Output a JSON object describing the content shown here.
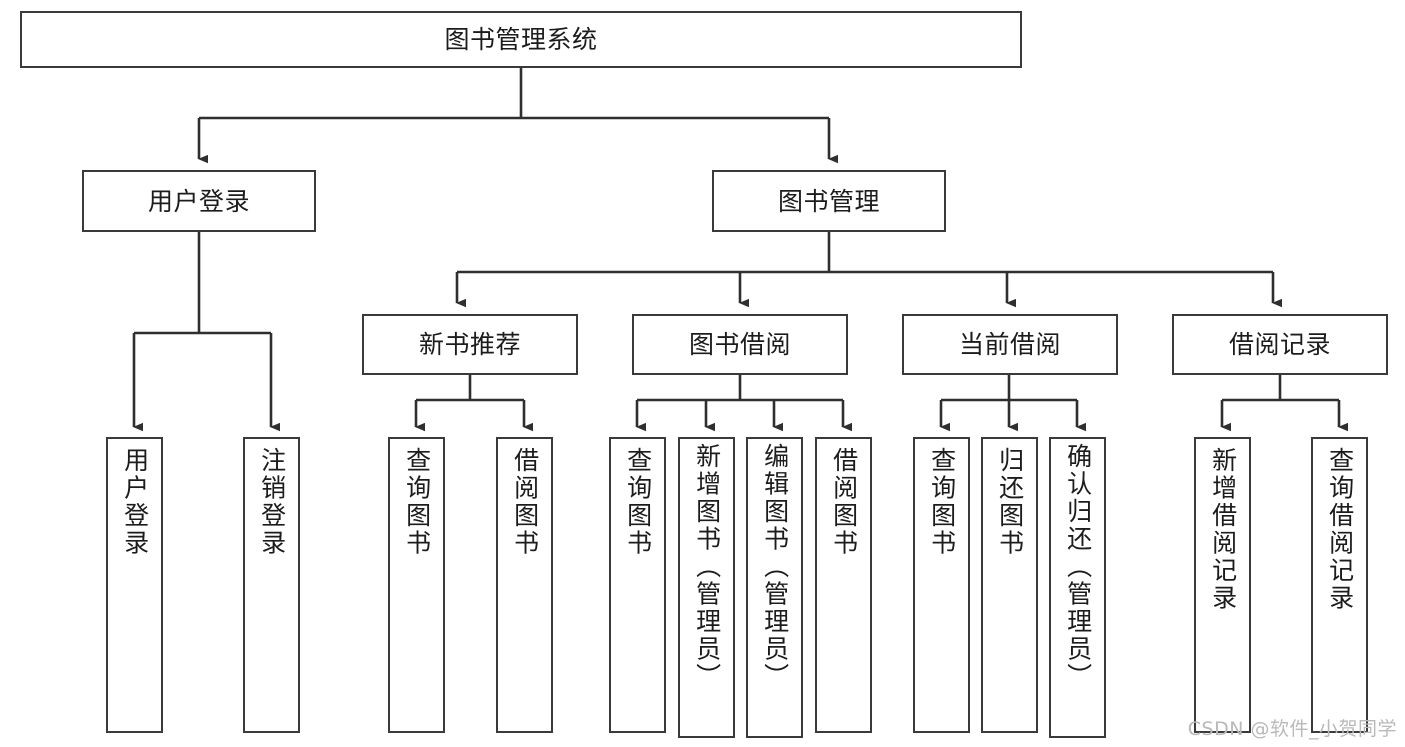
{
  "diagram": {
    "type": "tree-hierarchy",
    "title": "图书管理系统",
    "root": {
      "label": "图书管理系统"
    },
    "level1": [
      {
        "label": "用户登录"
      },
      {
        "label": "图书管理"
      }
    ],
    "level2": [
      {
        "label": "新书推荐"
      },
      {
        "label": "图书借阅"
      },
      {
        "label": "当前借阅"
      },
      {
        "label": "借阅记录"
      }
    ],
    "leaves": {
      "user_login": [
        {
          "label": "用户登录"
        },
        {
          "label": "注销登录"
        }
      ],
      "new_book_recommend": [
        {
          "label": "查询图书"
        },
        {
          "label": "借阅图书"
        }
      ],
      "book_borrow": [
        {
          "label": "查询图书"
        },
        {
          "label": "新增图书（管理员）"
        },
        {
          "label": "编辑图书（管理员）"
        },
        {
          "label": "借阅图书"
        }
      ],
      "current_borrow": [
        {
          "label": "查询图书"
        },
        {
          "label": "归还图书"
        },
        {
          "label": "确认归还（管理员）"
        }
      ],
      "borrow_records": [
        {
          "label": "新增借阅记录"
        },
        {
          "label": "查询借阅记录"
        }
      ]
    }
  },
  "watermark": {
    "text": "CSDN @软件_小贺同学"
  },
  "colors": {
    "stroke": "#3a3a3a",
    "background": "#ffffff",
    "text": "#1c1c1c",
    "watermark": "#b9b9b9"
  }
}
